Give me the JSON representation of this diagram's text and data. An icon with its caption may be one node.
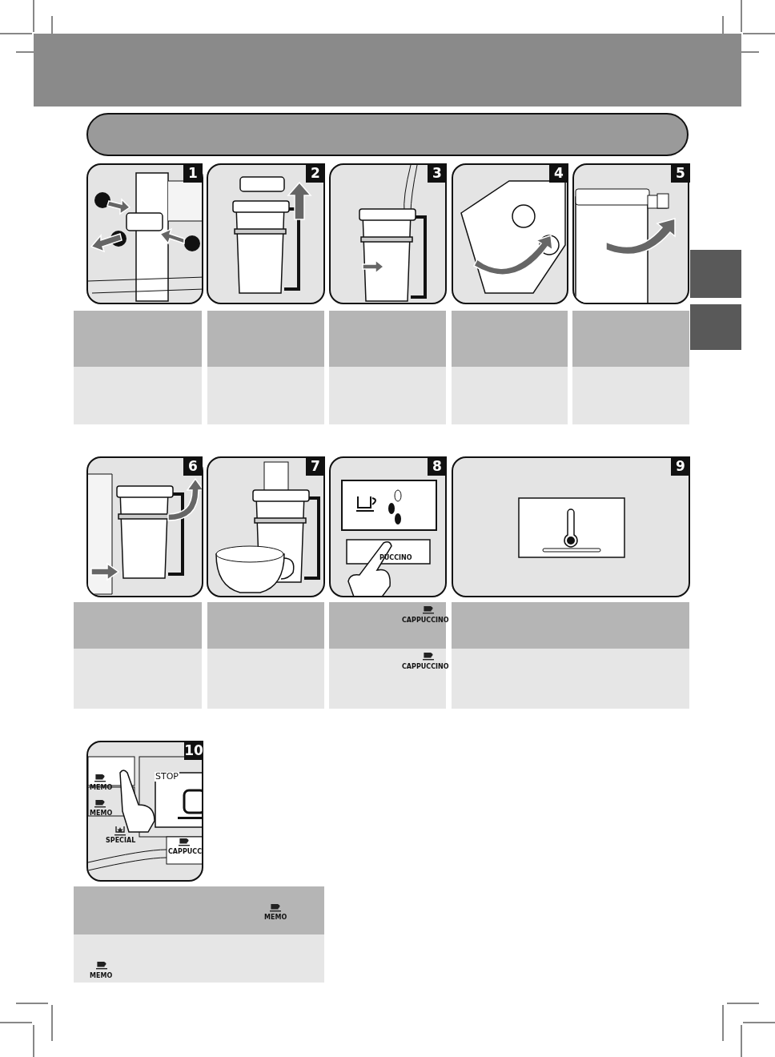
{
  "diagram": {
    "nodes": [
      {
        "text": [],
        "shape": "box"
      },
      {
        "text": [],
        "shape": "box"
      },
      {
        "text": [],
        "shape": "picture"
      },
      {
        "text": [],
        "shape": "picture"
      },
      {
        "text": [],
        "shape": "picture"
      },
      {
        "text": [],
        "shape": "picture"
      },
      {
        "text": [],
        "shape": "picture"
      },
      {
        "text": [],
        "shape": "box"
      },
      {
        "text": [],
        "shape": "box"
      },
      {
        "text": [],
        "shape": "box"
      },
      {
        "text": [],
        "shape": "box"
      },
      {
        "text": [],
        "shape": "box"
      },
      {
        "text": [],
        "shape": "box"
      },
      {
        "text": [],
        "shape": "box"
      },
      {
        "text": [],
        "shape": "box"
      },
      {
        "text": [],
        "shape": "box"
      },
      {
        "text": [],
        "shape": "box"
      },
      {
        "text": [],
        "shape": "box"
      },
      {
        "text": [],
        "shape": "box"
      },
      {
        "text": [],
        "shape": "picture"
      },
      {
        "text": [],
        "shape": "picture"
      },
      {
        "text": [],
        "shape": "picture"
      },
      {
        "text": [],
        "shape": "picture"
      },
      {
        "text": [],
        "shape": "box"
      },
      {
        "text": [],
        "shape": "box"
      },
      {
        "text": [],
        "shape": "box"
      },
      {
        "text": [],
        "shape": "box"
      },
      {
        "text": [],
        "shape": "box"
      },
      {
        "text": [],
        "shape": "box"
      },
      {
        "text": [],
        "shape": "box"
      },
      {
        "text": [],
        "shape": "box"
      },
      {
        "text": [],
        "shape": "picture"
      },
      {
        "text": [],
        "shape": "box"
      },
      {
        "text": [],
        "shape": "box"
      }
    ],
    "labels": [
      "1",
      "2",
      "3",
      "4",
      "5",
      "6",
      "7",
      "8",
      "PUCCINO",
      "9",
      "CAPPUCCINO",
      "CAPPUCCINO",
      "10",
      "MEMO",
      "STOP",
      "MEMO",
      "SPECIAL",
      "CAPPUCC",
      "MEMO",
      "MEMO"
    ]
  }
}
